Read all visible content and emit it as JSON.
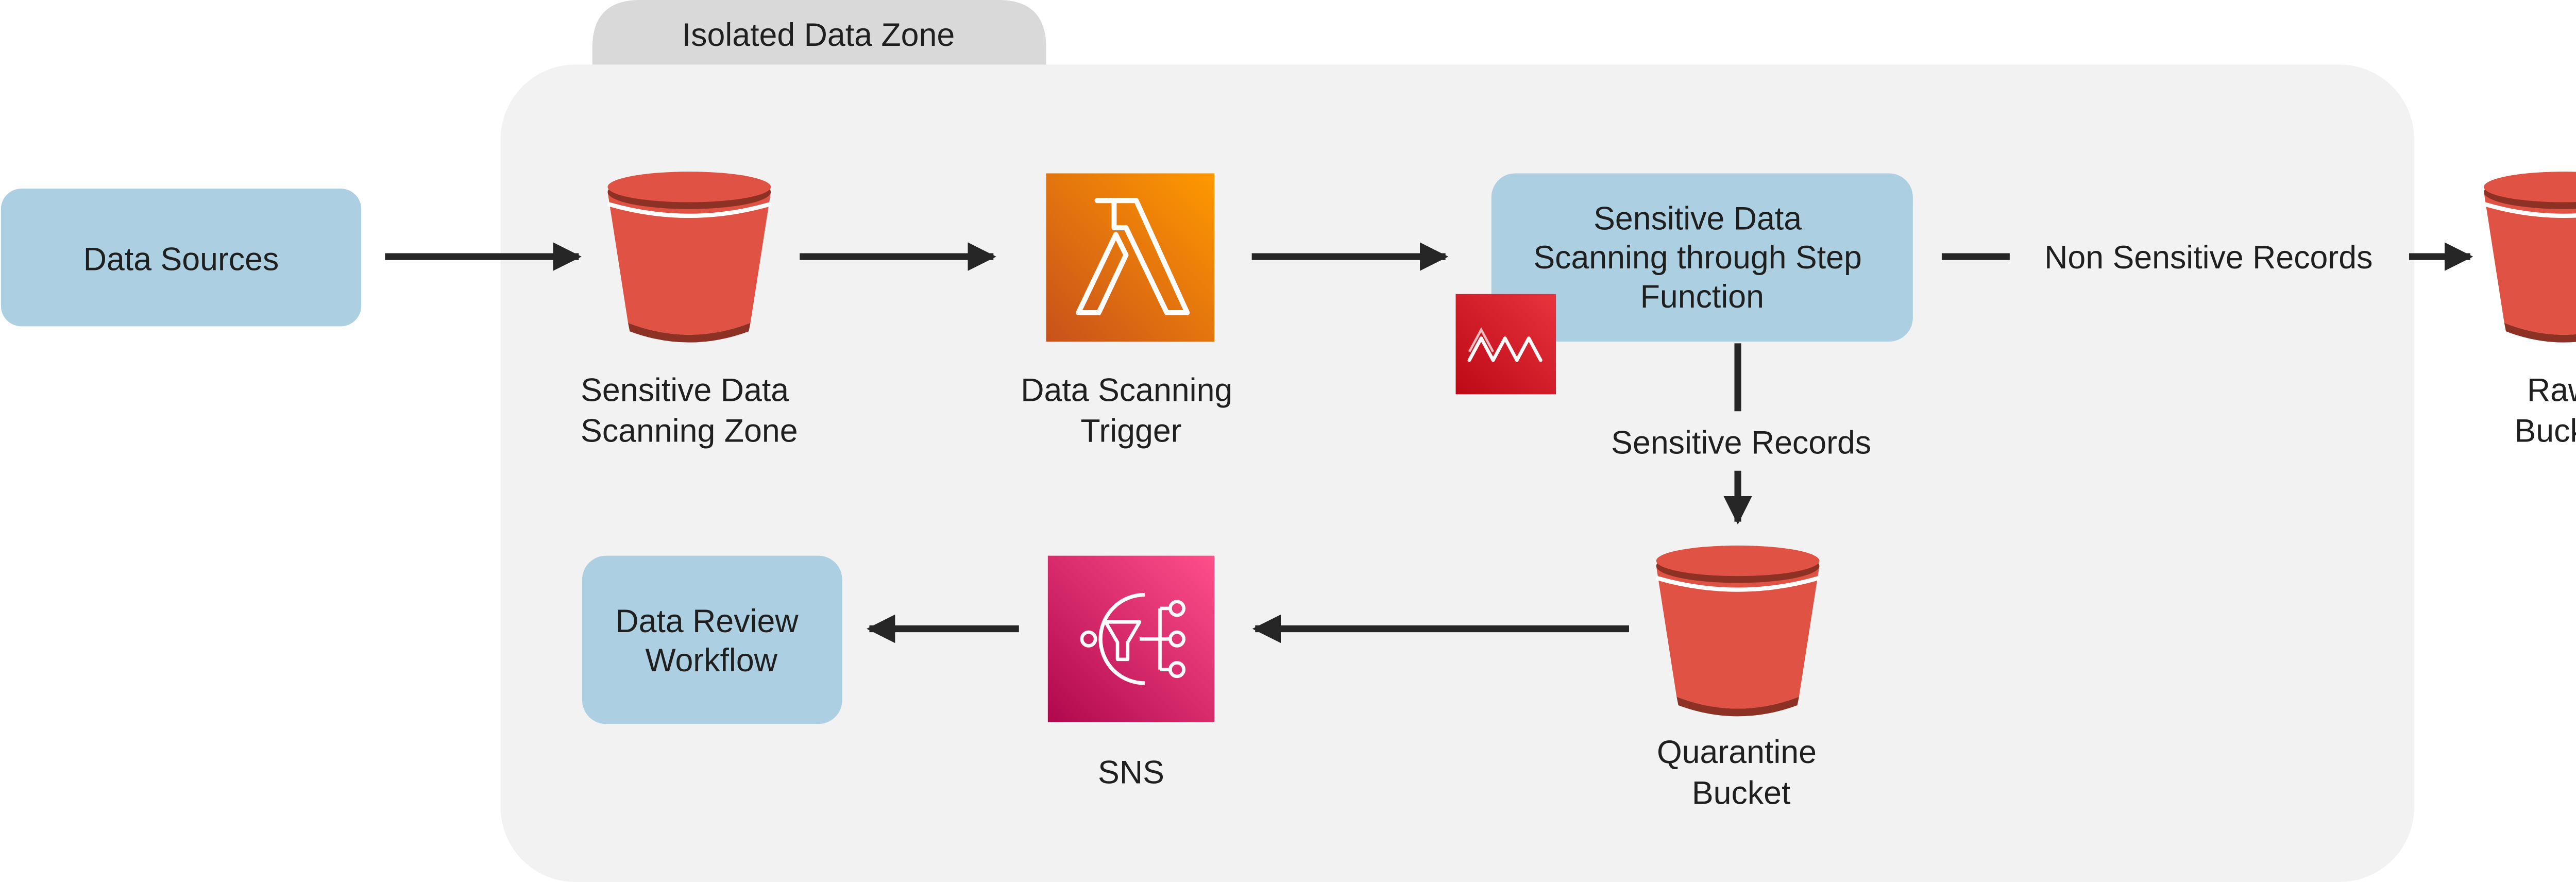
{
  "zone": {
    "title": "Isolated Data Zone"
  },
  "nodes": {
    "data_sources": {
      "label": "Data Sources"
    },
    "sensitive_scanning_zone": {
      "label_lines": [
        "Sensitive Data",
        "Scanning Zone"
      ]
    },
    "scanning_trigger": {
      "label_lines": [
        "Data Scanning",
        "Trigger"
      ]
    },
    "step_function": {
      "label_lines": [
        "Sensitive Data",
        "Scanning through Step",
        "Function"
      ]
    },
    "raw_bucket": {
      "label_lines": [
        "Raw",
        "Bucket"
      ]
    },
    "quarantine_bucket": {
      "label_lines": [
        "Quarantine",
        "Bucket"
      ]
    },
    "sns": {
      "label": "SNS"
    },
    "data_review": {
      "label_lines": [
        "Data Review",
        "Workflow"
      ]
    }
  },
  "edges": {
    "non_sensitive": {
      "label": "Non Sensitive Records"
    },
    "sensitive": {
      "label": "Sensitive Records"
    }
  },
  "colors": {
    "zone_fill": "#f2f2f2",
    "zone_tab": "#d9d9d9",
    "box_fill": "#acd0e2",
    "bucket_red": "#e05243",
    "bucket_dark": "#8c3123",
    "lambda_orange": "#ed7100",
    "sns_pink": "#e7157b",
    "stepfn_red": "#dd2c35",
    "arrow": "#262626"
  },
  "icons": {
    "bucket": "s3-bucket-icon",
    "lambda": "lambda-icon",
    "sns": "sns-icon",
    "step_functions": "step-functions-icon"
  }
}
